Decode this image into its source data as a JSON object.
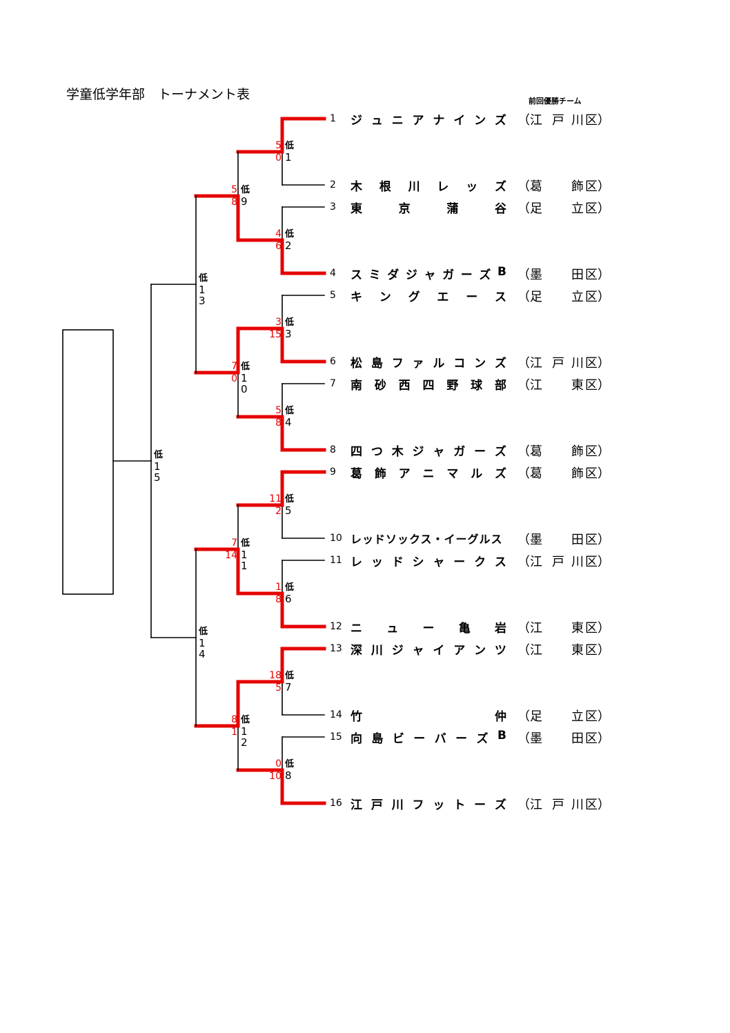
{
  "title": "学童低学年部　トーナメント表",
  "previous_champion_label": "前回優勝チーム",
  "colors": {
    "winner_line": "#e60000",
    "line": "#000000",
    "score": "#e60000"
  },
  "teams": [
    {
      "seed": "1",
      "name": "ジュニアナインズ",
      "ward": [
        "江",
        "戸",
        "川",
        "区"
      ]
    },
    {
      "seed": "2",
      "name": "木根川レッズ",
      "ward": [
        "葛",
        "",
        "飾",
        "区"
      ]
    },
    {
      "seed": "3",
      "name": "東京蒲谷",
      "ward": [
        "足",
        "",
        "立",
        "区"
      ]
    },
    {
      "seed": "4",
      "name": "スミダジャガーズB",
      "ward": [
        "墨",
        "",
        "田",
        "区"
      ]
    },
    {
      "seed": "5",
      "name": "キングエース",
      "ward": [
        "足",
        "",
        "立",
        "区"
      ]
    },
    {
      "seed": "6",
      "name": "松島ファルコンズ",
      "ward": [
        "江",
        "戸",
        "川",
        "区"
      ]
    },
    {
      "seed": "7",
      "name": "南砂西四野球部",
      "ward": [
        "江",
        "",
        "東",
        "区"
      ]
    },
    {
      "seed": "8",
      "name": "四つ木ジャガーズ",
      "ward": [
        "葛",
        "",
        "飾",
        "区"
      ]
    },
    {
      "seed": "9",
      "name": "葛飾アニマルズ",
      "ward": [
        "葛",
        "",
        "飾",
        "区"
      ]
    },
    {
      "seed": "10",
      "name": "レッドソックス・イーグルス",
      "ward": [
        "墨",
        "",
        "田",
        "区"
      ]
    },
    {
      "seed": "11",
      "name": "レッドシャークス",
      "ward": [
        "江",
        "戸",
        "川",
        "区"
      ]
    },
    {
      "seed": "12",
      "name": "ニュー亀岩",
      "ward": [
        "江",
        "",
        "東",
        "区"
      ]
    },
    {
      "seed": "13",
      "name": "深川ジャイアンツ",
      "ward": [
        "江",
        "",
        "東",
        "区"
      ]
    },
    {
      "seed": "14",
      "name": "竹仲",
      "ward": [
        "足",
        "",
        "立",
        "区"
      ]
    },
    {
      "seed": "15",
      "name": "向島ビーバーズB",
      "ward": [
        "墨",
        "",
        "田",
        "区"
      ]
    },
    {
      "seed": "16",
      "name": "江戸川フットーズ",
      "ward": [
        "江",
        "戸",
        "川",
        "区"
      ]
    }
  ],
  "games": [
    {
      "id": "低1",
      "low": "低",
      "num": "1",
      "top_score": "5",
      "bottom_score": "0",
      "winner": "top"
    },
    {
      "id": "低2",
      "low": "低",
      "num": "2",
      "top_score": "4",
      "bottom_score": "6",
      "winner": "bottom"
    },
    {
      "id": "低3",
      "low": "低",
      "num": "3",
      "top_score": "3",
      "bottom_score": "15",
      "winner": "bottom"
    },
    {
      "id": "低4",
      "low": "低",
      "num": "4",
      "top_score": "5",
      "bottom_score": "8",
      "winner": "bottom"
    },
    {
      "id": "低5",
      "low": "低",
      "num": "5",
      "top_score": "11",
      "bottom_score": "2",
      "winner": "top"
    },
    {
      "id": "低6",
      "low": "低",
      "num": "6",
      "top_score": "1",
      "bottom_score": "8",
      "winner": "bottom"
    },
    {
      "id": "低7",
      "low": "低",
      "num": "7",
      "top_score": "18",
      "bottom_score": "5",
      "winner": "top"
    },
    {
      "id": "低8",
      "low": "低",
      "num": "8",
      "top_score": "0",
      "bottom_score": "10",
      "winner": "bottom"
    },
    {
      "id": "低9",
      "low": "低",
      "num": "9",
      "top_score": "5",
      "bottom_score": "8",
      "winner": "bottom"
    },
    {
      "id": "低10",
      "low": "低",
      "num": "1\n0",
      "top_score": "7",
      "bottom_score": "0",
      "winner": "top"
    },
    {
      "id": "低11",
      "low": "低",
      "num": "1\n1",
      "top_score": "7",
      "bottom_score": "14",
      "winner": "bottom"
    },
    {
      "id": "低12",
      "low": "低",
      "num": "1\n2",
      "top_score": "8",
      "bottom_score": "1",
      "winner": "top"
    },
    {
      "id": "低13",
      "low": "低",
      "num": "1\n3",
      "top_score": "",
      "bottom_score": "",
      "winner": ""
    },
    {
      "id": "低14",
      "low": "低",
      "num": "1\n4",
      "top_score": "",
      "bottom_score": "",
      "winner": ""
    },
    {
      "id": "低15",
      "low": "低",
      "num": "1\n5",
      "top_score": "",
      "bottom_score": "",
      "winner": ""
    }
  ],
  "champion_box": ""
}
